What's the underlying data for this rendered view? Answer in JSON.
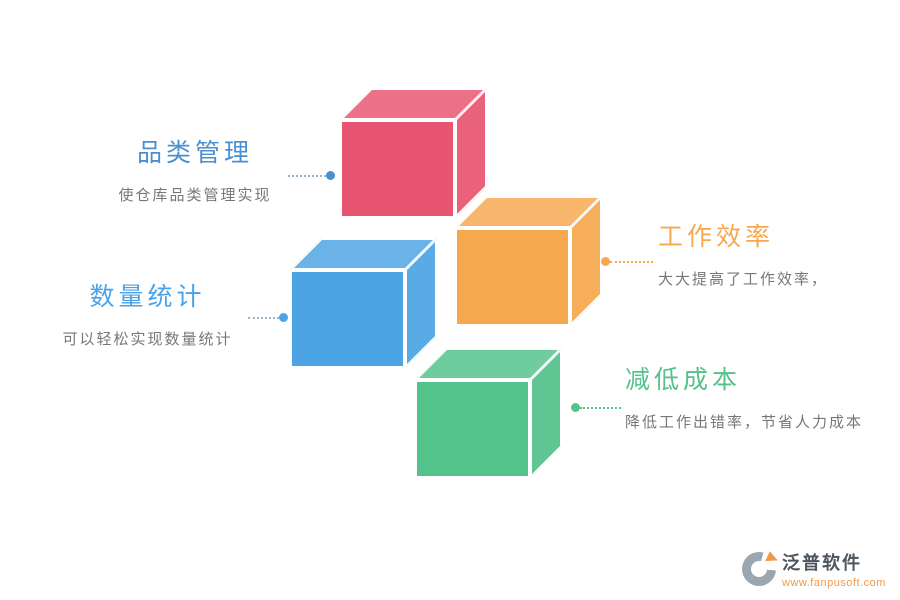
{
  "canvas": {
    "background": "#ffffff"
  },
  "items": [
    {
      "title": "品类管理",
      "description": "使仓库品类管理实现",
      "title_color": "#4a8fd1",
      "cube_color": "#e85570",
      "line_color": "#9fb3c8",
      "dot_color": "#4a8fd1"
    },
    {
      "title": "数量统计",
      "description": "可以轻松实现数量统计",
      "title_color": "#4aa3e8",
      "cube_color": "#4da4e4",
      "line_color": "#9fb3c8",
      "dot_color": "#4aa3e8"
    },
    {
      "title": "工作效率",
      "description": "大大提高了工作效率，",
      "title_color": "#f6a84f",
      "cube_color": "#f6a84f",
      "line_color": "#f6a84f",
      "dot_color": "#f6a84f"
    },
    {
      "title": "减低成本",
      "description": "降低工作出错率，节省人力成本",
      "title_color": "#53c28b",
      "cube_color": "#53c28b",
      "line_color": "#53c28b",
      "dot_color": "#53c28b"
    }
  ],
  "logo": {
    "name": "泛普软件",
    "url": "www.fanpusoft.com",
    "name_color": "#4d565e",
    "accent_color": "#f0994a"
  }
}
